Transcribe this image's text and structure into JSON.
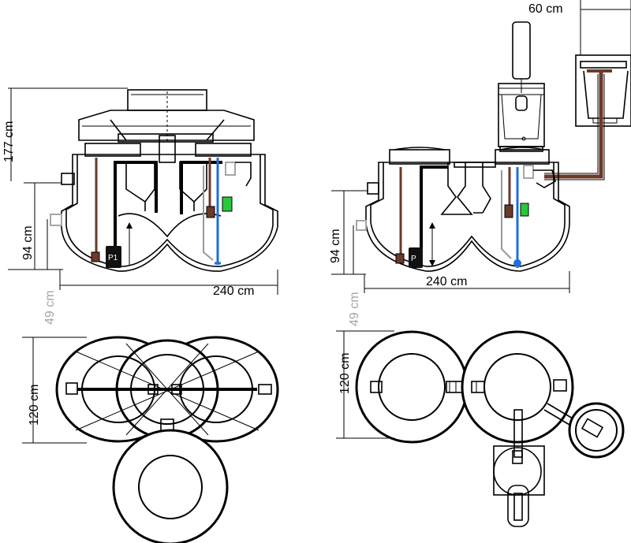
{
  "left_section": {
    "side_view": {
      "height_total": "177 cm",
      "height_lower": "94 cm",
      "height_inlet": "49 cm",
      "width": "240 cm",
      "pump_label": "P1"
    },
    "top_view": {
      "width": "120 cm"
    }
  },
  "right_section": {
    "side_view": {
      "top_width": "60 cm",
      "height_lower": "94 cm",
      "height_inlet": "49 cm",
      "width": "240 cm",
      "pump_label": "P"
    },
    "top_view": {
      "width": "120 cm"
    }
  },
  "colors": {
    "outline": "#000000",
    "grey_label": "#a6a6a6",
    "pipe_brown": "#6b3a2a",
    "pipe_blue": "#1e6fd9",
    "float_green": "#28c83c",
    "pump_black": "#111111"
  }
}
